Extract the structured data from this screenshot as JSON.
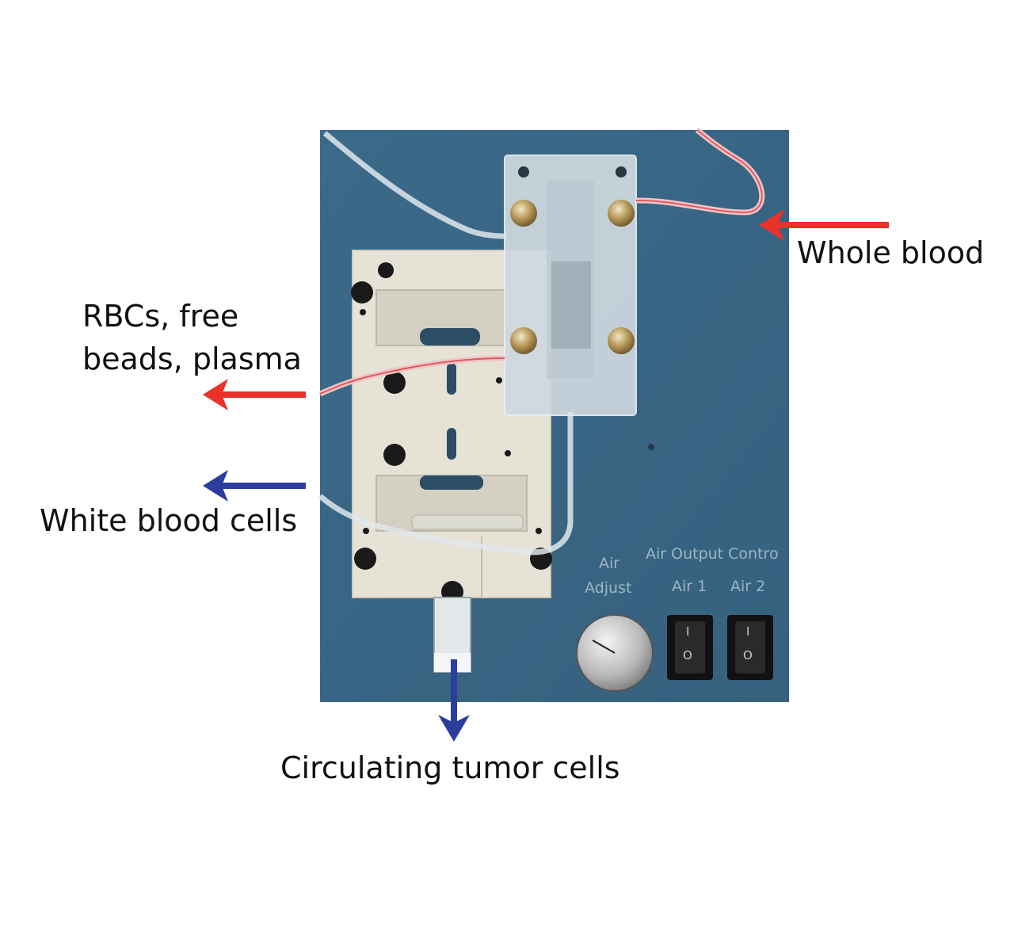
{
  "labels": {
    "whole_blood": "Whole blood",
    "rbcs_line1": "RBCs, free",
    "rbcs_line2": "beads, plasma",
    "white_blood_cells": "White blood cells",
    "ctc": "Circulating tumor cells"
  },
  "panel": {
    "air": "Air",
    "adjust": "Adjust",
    "air_output_control": "Air Output Contro",
    "air1": "Air 1",
    "air2": "Air 2",
    "switch_on": "I",
    "switch_off": "O"
  },
  "colors": {
    "background": "#ffffff",
    "panel_blue": "#3e6f8f",
    "red_arrow": "#e8322a",
    "blue_arrow": "#2c3e9c",
    "plate": "#e6e2d6"
  }
}
